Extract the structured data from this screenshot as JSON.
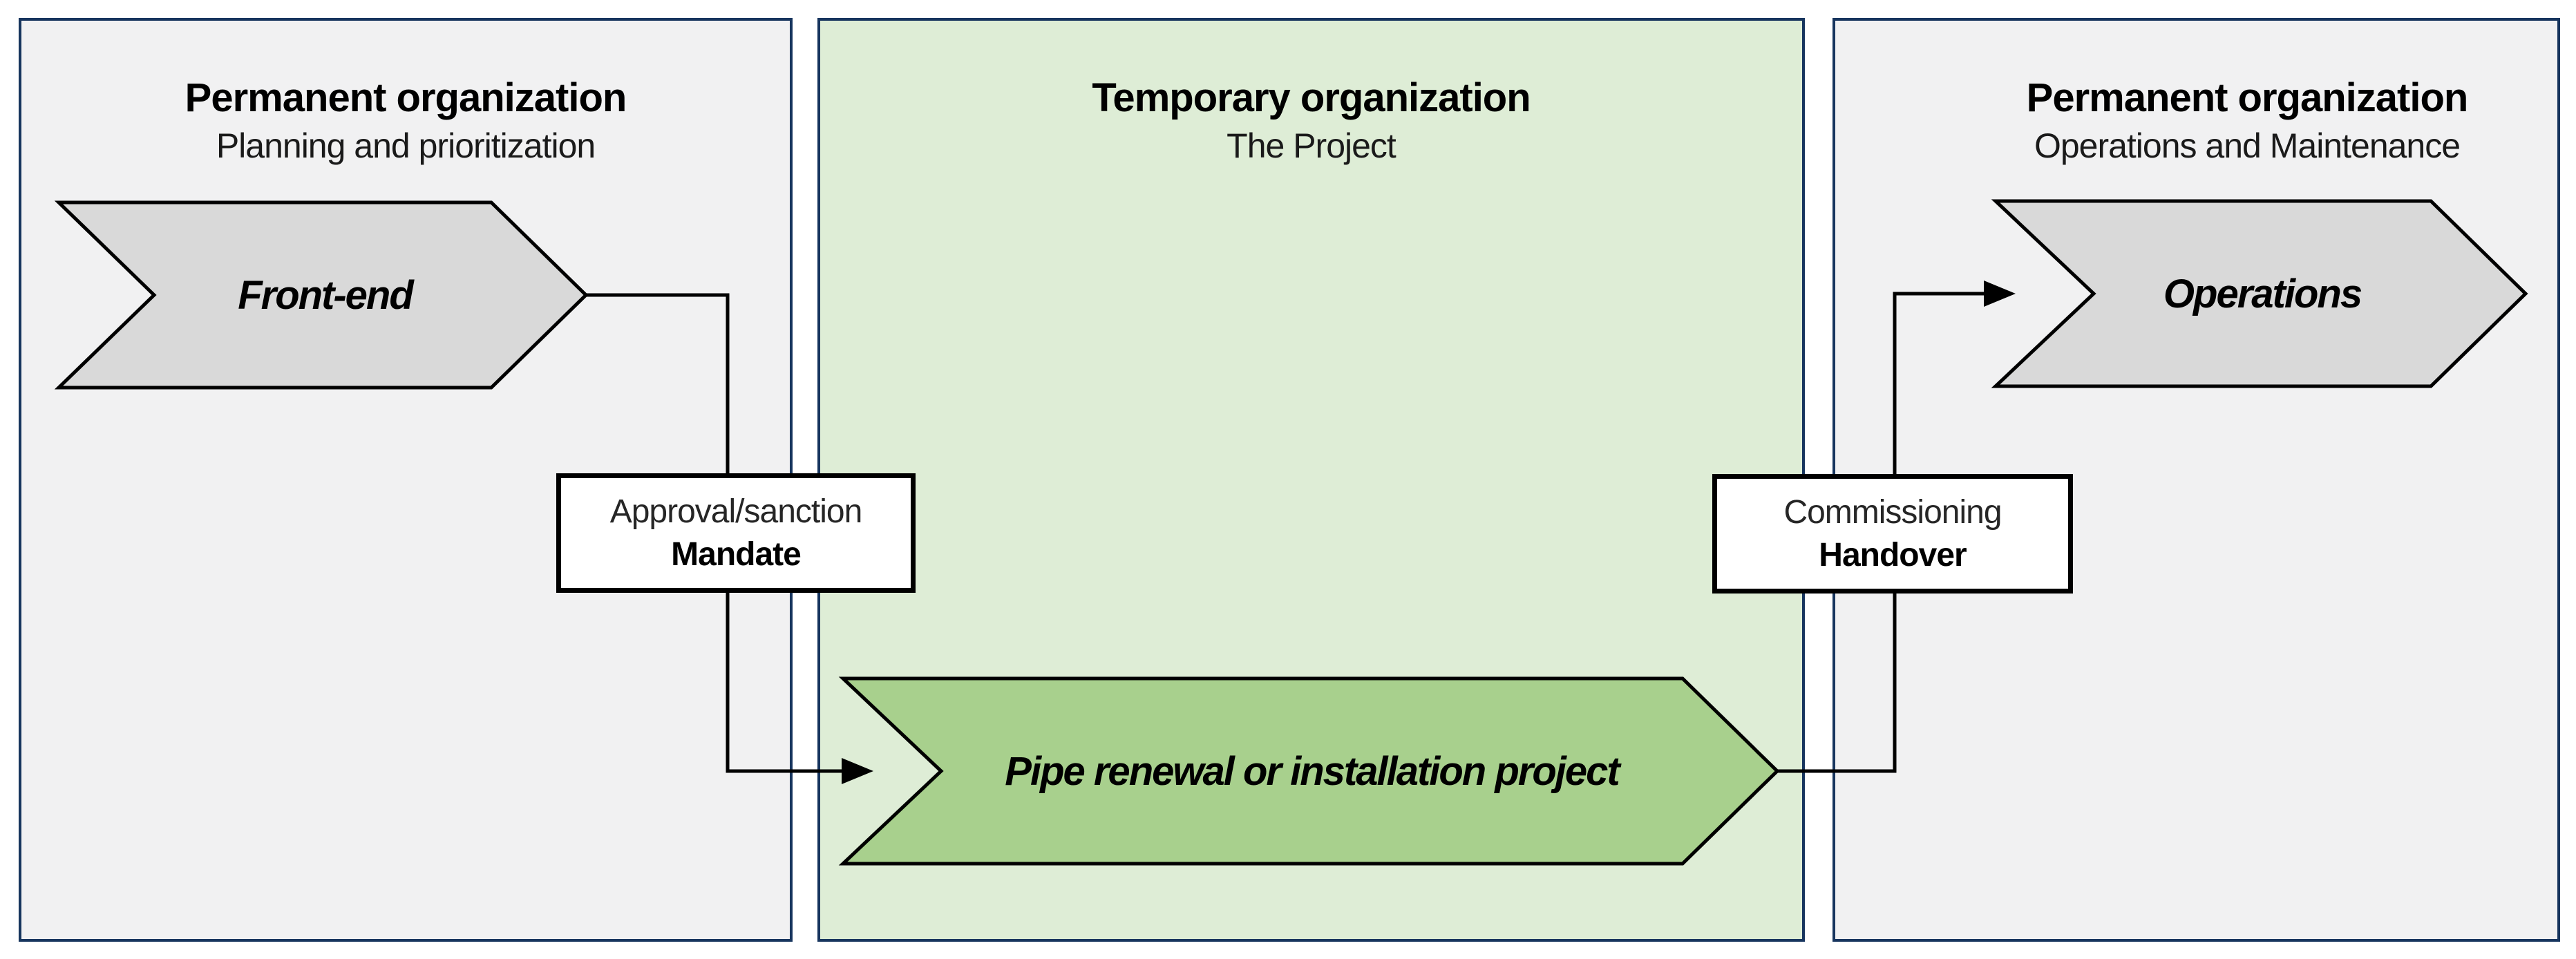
{
  "diagram": {
    "panels": [
      {
        "title": "Permanent organization",
        "subtitle": "Planning and prioritization",
        "arrow_label": "Front-end"
      },
      {
        "title": "Temporary organization",
        "subtitle": "The Project",
        "arrow_label": "Pipe renewal or installation project"
      },
      {
        "title": "Permanent organization",
        "subtitle": "Operations and Maintenance",
        "arrow_label": "Operations"
      }
    ],
    "transition_boxes": [
      {
        "line1": "Approval/sanction",
        "line2": "Mandate"
      },
      {
        "line1": "Commissioning",
        "line2": "Handover"
      }
    ],
    "colors": {
      "panel_gray": "#f1f1f2",
      "panel_green": "#deedd6",
      "panel_border_navy": "#17355e",
      "arrow_gray": "#d9d9d9",
      "arrow_green": "#a8d08d",
      "line_black": "#000000",
      "box_white": "#ffffff"
    }
  }
}
